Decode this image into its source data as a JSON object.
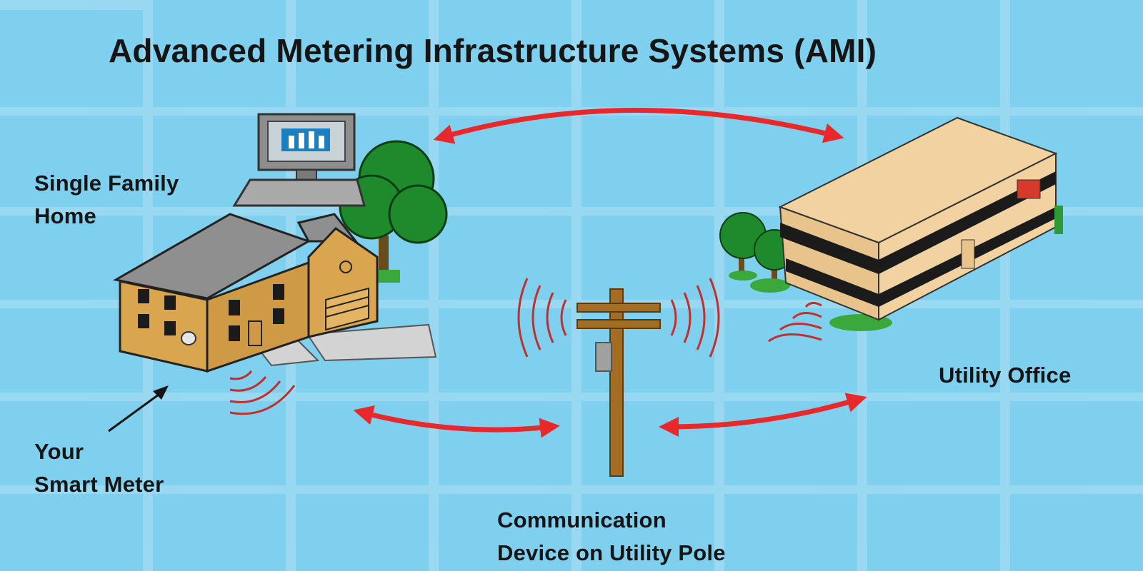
{
  "title": "Advanced Metering Infrastructure Systems (AMI)",
  "labels": {
    "home_line1": "Single Family",
    "home_line2": "Home",
    "meter_line1": "Your",
    "meter_line2": "Smart Meter",
    "office": "Utility Office",
    "comm_line1": "Communication",
    "comm_line2": "Device on Utility Pole"
  },
  "colors": {
    "background": "#7fd0ee",
    "grid": "#a9def4",
    "arrow": "#e8282a",
    "signal": "#c0302e",
    "house_wall": "#d9a54f",
    "roof": "#8f8f8f",
    "tree": "#1f8a2c",
    "building": "#f1d2a0",
    "stripe": "#1b1b1b",
    "pole": "#a46d24",
    "text": "#151515"
  },
  "icons": [
    "computer-icon",
    "house-icon",
    "tree-icon",
    "utility-pole-icon",
    "office-building-icon",
    "wireless-signal-icon",
    "bidirectional-arrow-icon",
    "pointer-arrow-icon"
  ]
}
